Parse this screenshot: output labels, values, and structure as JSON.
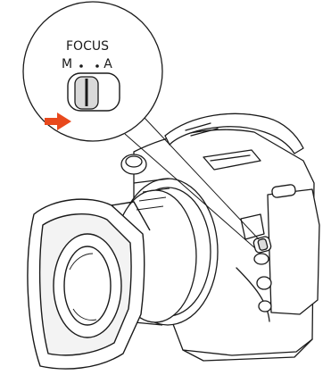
{
  "callout": {
    "title": "FOCUS",
    "left_label": "M",
    "right_label": "A",
    "switch_position": "M",
    "arrow_color": "#e8491d"
  },
  "illustration": {
    "subject": "camcorder",
    "highlighted_control": "focus-mode-switch",
    "line_color": "#1a1a1a"
  }
}
